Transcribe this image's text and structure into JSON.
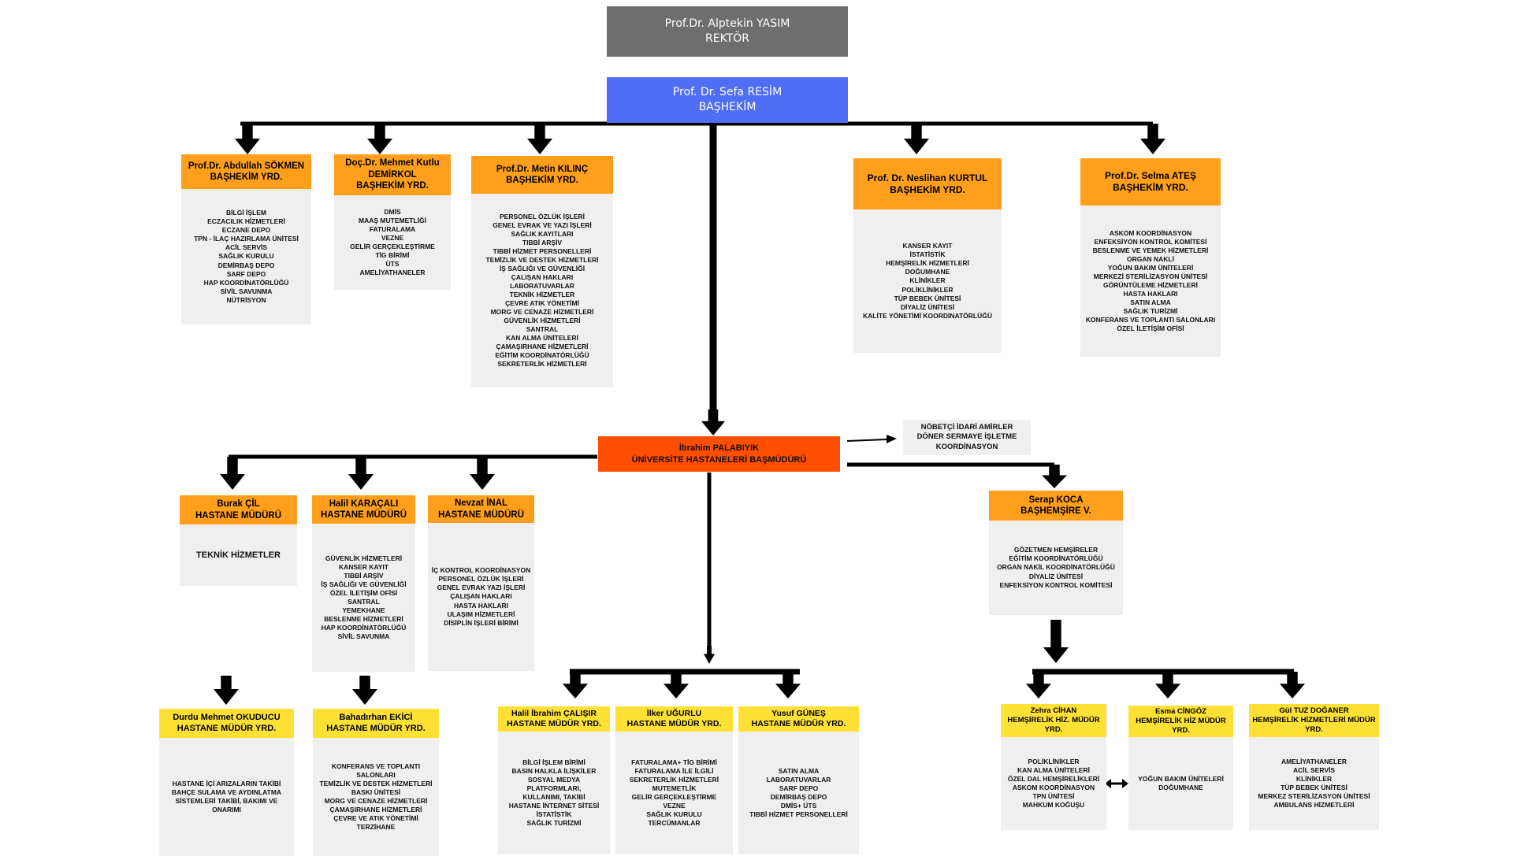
{
  "chart_data": {
    "type": "org-chart",
    "colors": {
      "rector": "#6e6e6e",
      "chief": "#4f6df5",
      "director": "#ff4e00",
      "deputy": "#ff9f1c",
      "assistant": "#ffe135",
      "panel": "#efefef",
      "connector": "#000000"
    },
    "rector": {
      "name": "Prof.Dr. Alptekin YASIM",
      "title": "REKTÖR"
    },
    "chief_physician": {
      "name": "Prof. Dr. Sefa RESİM",
      "title": "BAŞHEKİM"
    },
    "deputies": [
      {
        "name": "Prof.Dr. Abdullah SÖKMEN",
        "title": "BAŞHEKİM YRD.",
        "items": [
          "BİLGİ İŞLEM",
          "ECZACILIK HİZMETLERİ",
          "ECZANE DEPO",
          "TPN - İLAÇ HAZIRLAMA ÜNİTESİ",
          "ACİL SERVİS",
          "SAĞLIK KURULU",
          "DEMİRBAŞ DEPO",
          "SARF DEPO",
          "HAP KOORDİNATÖRLÜĞÜ",
          "SİVİL SAVUNMA",
          "NÜTRİSYON"
        ]
      },
      {
        "name": "Doç.Dr. Mehmet Kutlu DEMİRKOL",
        "title": "BAŞHEKİM YRD.",
        "items": [
          "DMİS",
          "MAAŞ MUTEMETLİĞİ",
          "FATURALAMA",
          "VEZNE",
          "GELİR GERÇEKLEŞTİRME",
          "TİG BİRİMİ",
          "ÜTS",
          "AMELİYATHANELER"
        ]
      },
      {
        "name": "Prof.Dr. Metin KILINÇ",
        "title": "BAŞHEKİM YRD.",
        "items": [
          "PERSONEL ÖZLÜK İŞLERİ",
          "GENEL EVRAK VE YAZI İŞLERİ",
          "SAĞLIK KAYITLARI",
          "TIBBİ ARŞİV",
          "TIBBİ HİZMET PERSONELLERİ",
          "TEMİZLİK VE DESTEK HİZMETLERİ",
          "İŞ SAĞLIĞI VE GÜVENLİĞİ",
          "ÇALIŞAN HAKLARI",
          "LABORATUVARLAR",
          "TEKNİK HİZMETLER",
          "ÇEVRE ATIK YÖNETİMİ",
          "MORG VE CENAZE HİZMETLERİ",
          "GÜVENLİK HİZMETLERİ",
          "SANTRAL",
          "KAN ALMA ÜNİTELERİ",
          "ÇAMAŞIRHANE HİZMETLERİ",
          "EĞİTİM KOORDİNATÖRLÜĞÜ",
          "SEKRETERLİK HİZMETLERİ"
        ]
      },
      {
        "name": "Prof. Dr. Neslihan KURTUL",
        "title": "BAŞHEKİM YRD.",
        "items": [
          "KANSER KAYIT",
          "İSTATİSTİK",
          "HEMŞİRELİK HİZMETLERİ",
          "DOĞUMHANE",
          "KLİNİKLER",
          "POLİKLİNİKLER",
          "TÜP BEBEK ÜNİTESİ",
          "DİYALİZ ÜNİTESİ",
          "KALİTE YÖNETİMİ KOORDİNATÖRLÜĞÜ"
        ]
      },
      {
        "name": "Prof.Dr. Selma ATEŞ",
        "title": "BAŞHEKİM YRD.",
        "items": [
          "ASKOM KOORDİNASYON",
          "ENFEKSİYON KONTROL KOMİTESİ",
          "BESLENME VE YEMEK HİZMETLERİ",
          "ORGAN NAKLİ",
          "YOĞUN BAKIM ÜNİTELERİ",
          "MERKEZİ STERİLİZASYON ÜNİTESİ",
          "GÖRÜNTÜLEME HİZMETLERİ",
          "HASTA HAKLARI",
          "SATIN ALMA",
          "SAĞLIK TURİZMİ",
          "KONFERANS VE TOPLANTI SALONLARI",
          "ÖZEL İLETİŞİM OFİSİ"
        ]
      }
    ],
    "director": {
      "name": "İbrahim PALABIYIK",
      "title": "ÜNİVERSİTE HASTANELERİ BAŞMÜDÜRÜ"
    },
    "side_note": [
      "NÖBETÇİ İDARİ AMİRLER",
      "DÖNER SERMAYE İŞLETME",
      "KOORDİNASYON"
    ],
    "managers": [
      {
        "name": "Burak ÇİL",
        "title": "HASTANE MÜDÜRÜ",
        "items": [
          "TEKNİK HİZMETLER"
        ]
      },
      {
        "name": "Halil KARAÇALI",
        "title": "HASTANE MÜDÜRÜ",
        "items": [
          "GÜVENLİK HİZMETLERİ",
          "KANSER KAYIT",
          "TIBBİ ARŞİV",
          "İŞ SAĞLIĞI VE GÜVENLİĞİ",
          "ÖZEL İLETİŞİM OFİSİ",
          "SANTRAL",
          "YEMEKHANE",
          "BESLENME HİZMETLERİ",
          "HAP KOORDİNATÖRLÜĞÜ",
          "SİVİL SAVUNMA"
        ]
      },
      {
        "name": "Nevzat İNAL",
        "title": "HASTANE MÜDÜRÜ",
        "items": [
          "İÇ KONTROL KOORDİNASYON",
          "PERSONEL ÖZLÜK İŞLERİ",
          "GENEL EVRAK YAZI İŞLERİ",
          "ÇALIŞAN HAKLARI",
          "HASTA HAKLARI",
          "ULAŞIM HİZMETLERİ",
          "DİSİPLİN İŞLERİ BİRİMİ"
        ]
      }
    ],
    "nursing_director": {
      "name": "Serap KOCA",
      "title": "BAŞHEMŞİRE V.",
      "items": [
        "GÖZETMEN HEMŞİRELER",
        "EĞİTİM KOORDİNATÖRLÜĞÜ",
        "ORGAN NAKİL KOORDİNATÖRLÜĞÜ",
        "DİYALİZ ÜNİTESİ",
        "ENFEKSİYON KONTROL KOMİTESİ"
      ]
    },
    "assistant_managers": [
      {
        "name": "Durdu Mehmet OKUDUCU",
        "title": "HASTANE MÜDÜR YRD.",
        "items": [
          "HASTANE İÇİ ARIZALARIN TAKİBİ",
          "BAHÇE SULAMA VE AYDINLATMA",
          "SİSTEMLERİ TAKİBİ, BAKIMI VE",
          "ONARIMI"
        ]
      },
      {
        "name": "Bahadırhan EKİCİ",
        "title": "HASTANE MÜDÜR YRD.",
        "items": [
          "KONFERANS VE TOPLANTI",
          "SALONLARI",
          "TEMİZLİK VE DESTEK HİZMETLERİ",
          "BASKI ÜNİTESİ",
          "MORG VE CENAZE HİZMETLERİ",
          "ÇAMAŞIRHANE HİZMETLERİ",
          "ÇEVRE VE ATIK YÖNETİMİ",
          "TERZİHANE"
        ]
      },
      {
        "name": "Halil İbrahim ÇALIŞIR",
        "title": "HASTANE MÜDÜR YRD.",
        "items": [
          "BİLGİ İŞLEM BİRİMİ",
          "BASIN HALKLA İLİŞKİLER",
          "SOSYAL MEDYA",
          "PLATFORMLARI,",
          "KULLANIMI, TAKİBİ",
          "HASTANE İNTERNET SİTESİ",
          "İSTATİSTİK",
          "SAĞLIK TURİZMİ"
        ]
      },
      {
        "name": "İlker UĞURLU",
        "title": "HASTANE MÜDÜR YRD.",
        "items": [
          "FATURALAMA+ TİG BİRİMİ",
          "FATURALAMA İLE İLGİLİ",
          "SEKRETERLİK HİZMETLERİ",
          "MUTEMETLİK",
          "GELİR GERÇEKLEŞTİRME",
          "VEZNE",
          "SAĞLIK KURULU",
          "TERCÜMANLAR"
        ]
      },
      {
        "name": "Yusuf GÜNEŞ",
        "title": "HASTANE MÜDÜR YRD.",
        "items": [
          "SATIN ALMA",
          "LABORATUVARLAR",
          "SARF DEPO",
          "DEMİRBAŞ DEPO",
          "DMİS+ ÜTS",
          "TIBBİ HİZMET PERSONELLERİ"
        ]
      }
    ],
    "nursing_assistants": [
      {
        "name": "Zehra CİHAN",
        "title": "HEMŞİRELİK HİZ. MÜDÜR YRD.",
        "items": [
          "POLİKLİNİKLER",
          "KAN ALMA ÜNİTELERİ",
          "ÖZEL DAL HEMŞİRELİKLERİ",
          "ASKOM KOORDİNASYON",
          "TPN ÜNİTESİ",
          "MAHKUM KOĞUŞU"
        ]
      },
      {
        "name": "Esma CİNGÖZ",
        "title": "HEMŞİRELİK HİZ MÜDÜR YRD.",
        "items": [
          "YOĞUN BAKIM ÜNİTELERİ",
          "DOĞUMHANE"
        ]
      },
      {
        "name": "Gül TUZ DOĞANER",
        "title": "HEMŞİRELİK HİZMETLERİ MÜDÜR YRD.",
        "items": [
          "AMELİYATHANELER",
          "ACİL SERVİS",
          "KLİNİKLER",
          "TÜP BEBEK ÜNİTESİ",
          "MERKEZ STERİLİZASYON ÜNİTESİ",
          "AMBULANS HİZMETLERİ"
        ]
      }
    ]
  }
}
